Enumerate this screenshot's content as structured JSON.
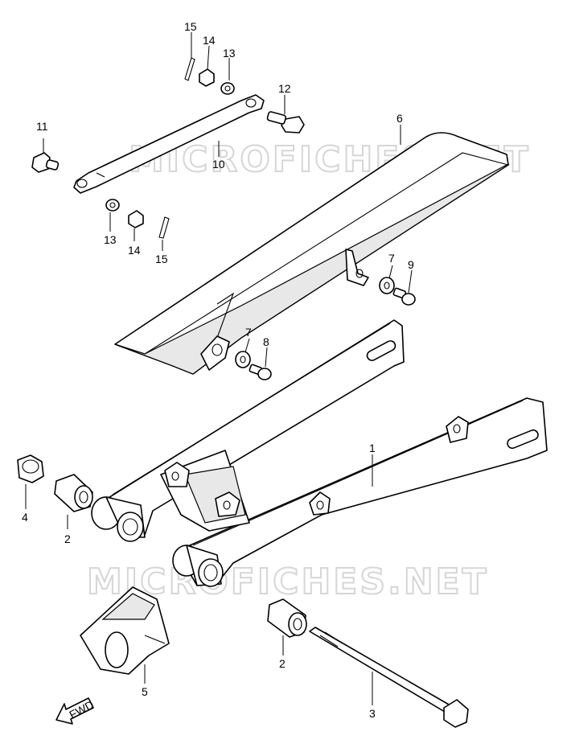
{
  "watermark": "MICROFICHES.NET",
  "fwd_label": "FWD",
  "callouts": {
    "c1": "1",
    "c2a": "2",
    "c2b": "2",
    "c3": "3",
    "c4": "4",
    "c5": "5",
    "c6": "6",
    "c7a": "7",
    "c7b": "7",
    "c8": "8",
    "c9": "9",
    "c10": "10",
    "c11": "11",
    "c12": "12",
    "c13a": "13",
    "c13b": "13",
    "c14a": "14",
    "c14b": "14",
    "c15a": "15",
    "c15b": "15"
  }
}
